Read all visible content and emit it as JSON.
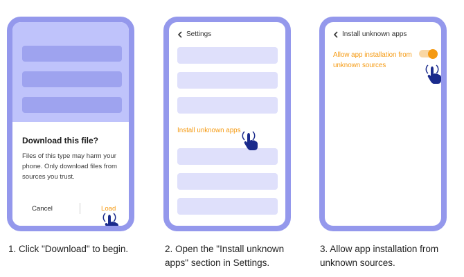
{
  "colors": {
    "phone_frame": "#9498ec",
    "placeholder_bar_dark": "#9ea3ef",
    "placeholder_bg": "#bfc3fb",
    "settings_bar": "#dfe0fb",
    "accent_orange": "#f59a12",
    "hand_blue": "#1a2a8c"
  },
  "step1": {
    "dialog": {
      "title": "Download this file?",
      "body": "Files of this type may harm your phone. Only download files from sources you trust.",
      "cancel_label": "Cancel",
      "load_label": "Load"
    },
    "caption": "1.  Click \"Download\" to begin."
  },
  "step2": {
    "back_label": "Settings",
    "highlight_item": "Install unknown apps",
    "caption": "2.  Open the \"Install unknown apps\" section in Settings."
  },
  "step3": {
    "back_label": "Install unknown apps",
    "toggle_label": "Allow app installation from unknown sources",
    "toggle_state": "on",
    "caption": "3.  Allow app installation from unknown sources."
  },
  "icons": {
    "back": "chevron-left-icon",
    "tap": "tap-hand-icon"
  }
}
